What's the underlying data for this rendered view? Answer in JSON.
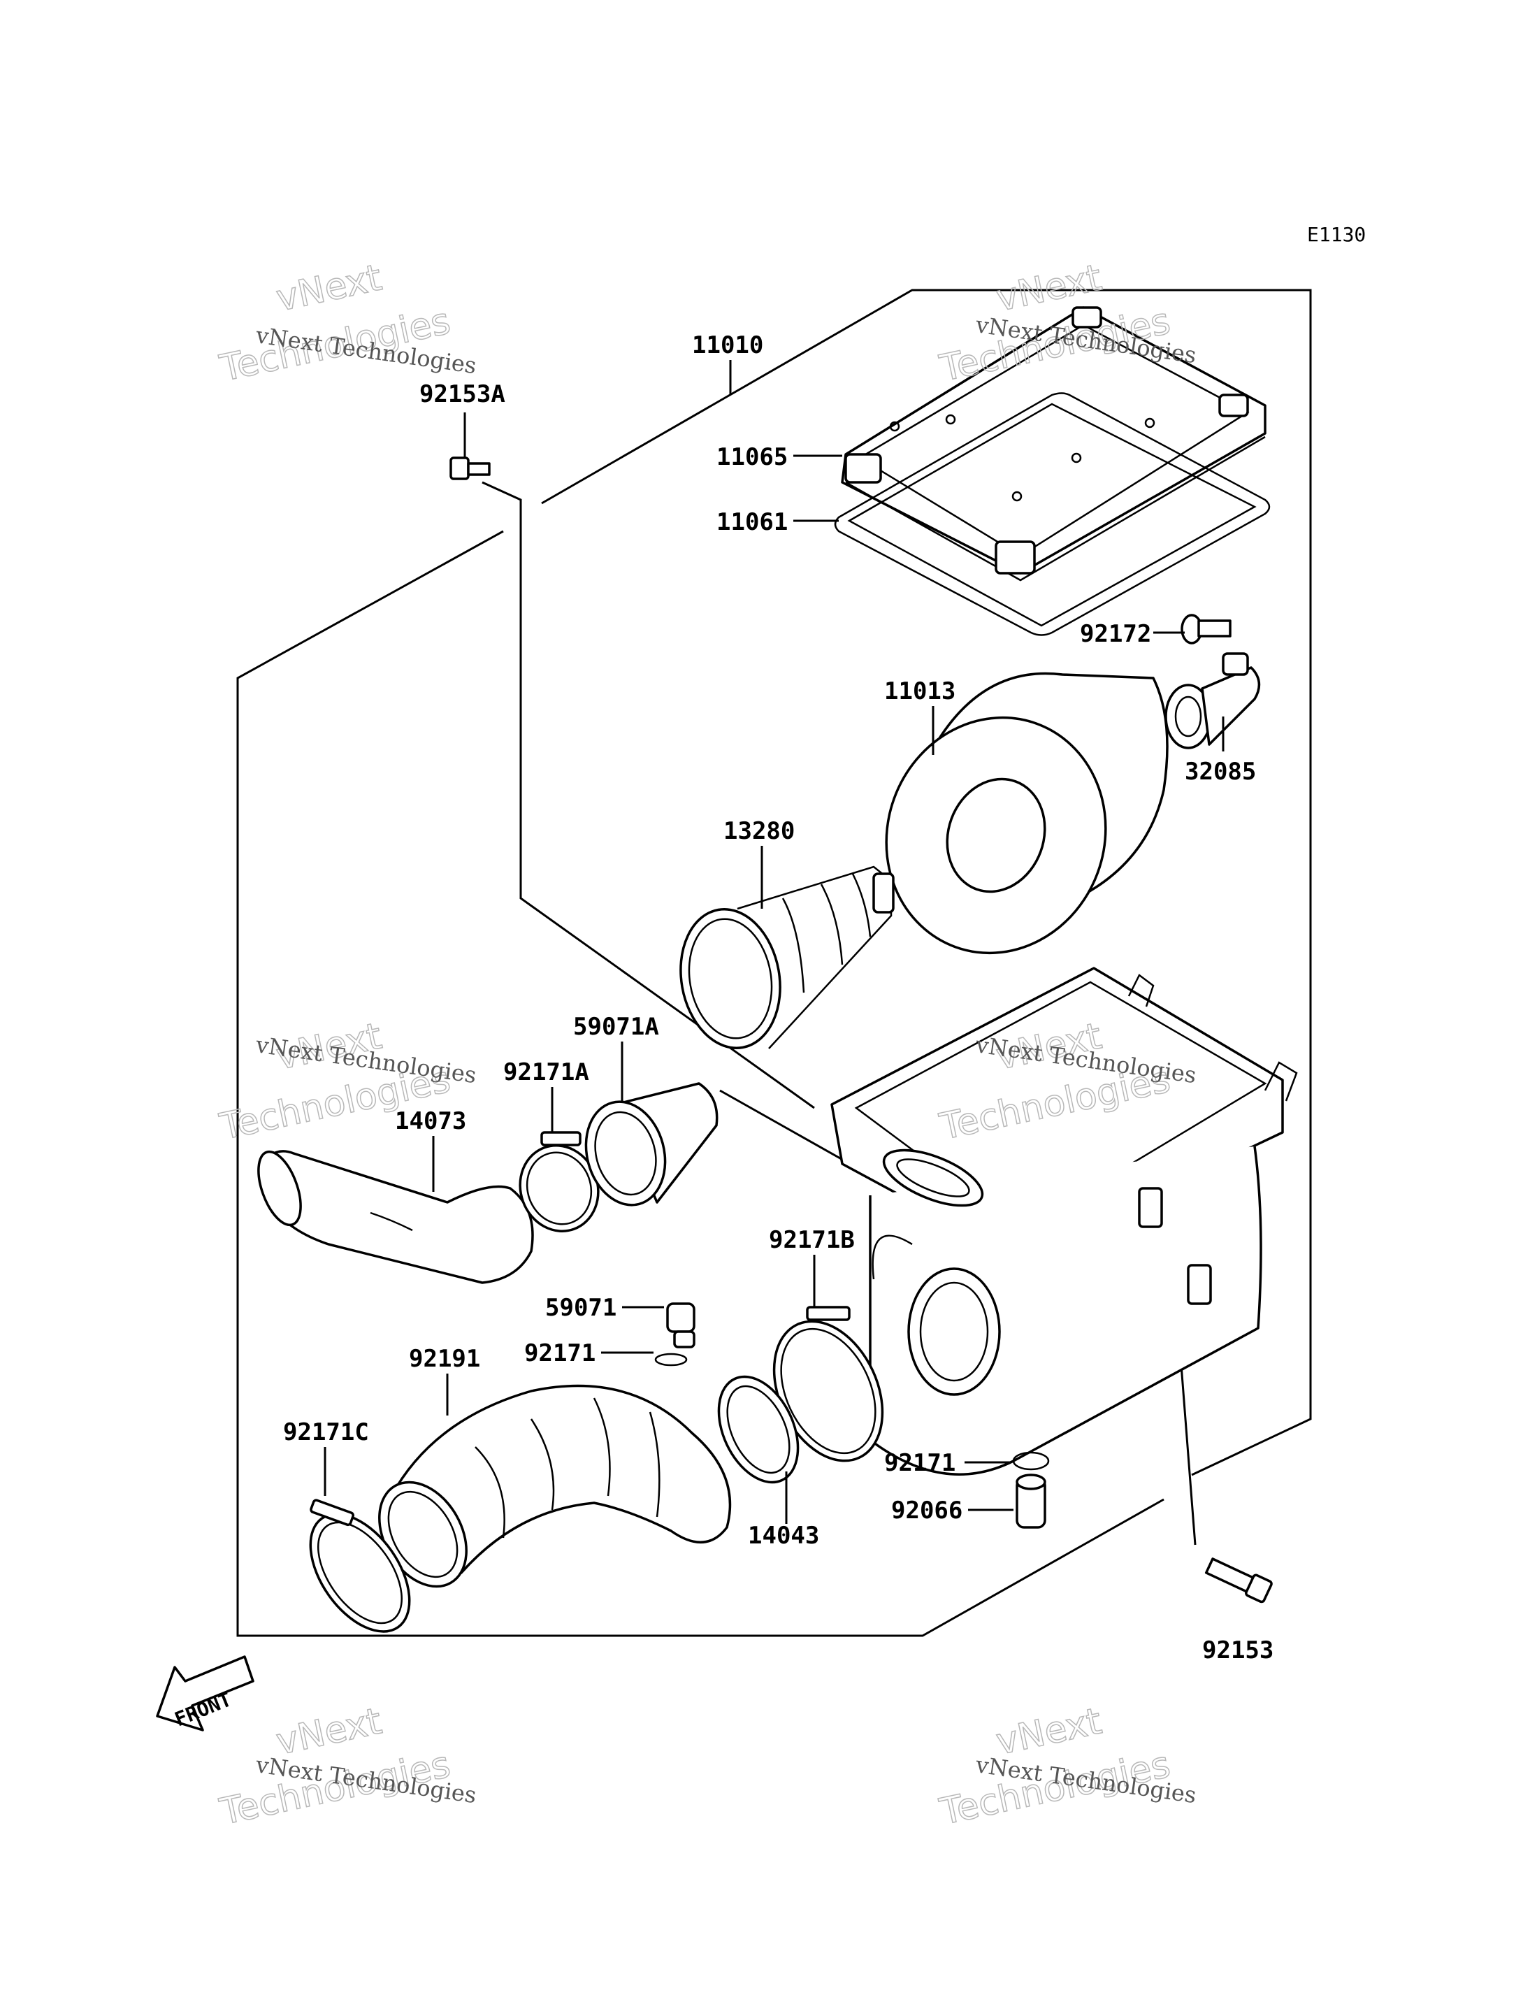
{
  "diagram_code": "E1130",
  "front_label": "FRONT",
  "parts": {
    "p11010": "11010",
    "p92153A": "92153A",
    "p11065": "11065",
    "p11061": "11061",
    "p92172": "92172",
    "p11013": "11013",
    "p32085": "32085",
    "p13280": "13280",
    "p59071A": "59071A",
    "p92171A": "92171A",
    "p14073": "14073",
    "p92171B": "92171B",
    "p59071": "59071",
    "p92171_upper": "92171",
    "p92191": "92191",
    "p92171C": "92171C",
    "p14043": "14043",
    "p92171_lower": "92171",
    "p92066": "92066",
    "p92153": "92153"
  },
  "watermarks": {
    "line1": "vNext Technologies",
    "line2": "vNext",
    "line3": "Technologies"
  }
}
